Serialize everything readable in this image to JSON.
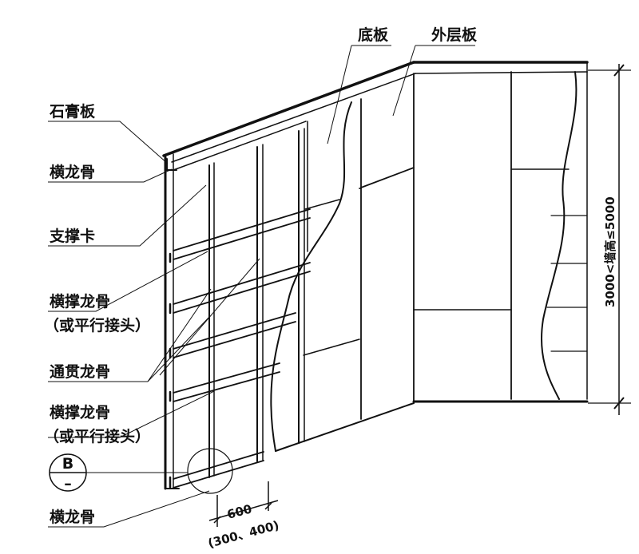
{
  "labels": {
    "gypsum_board": "石膏板",
    "horizontal_keel_top": "横龙骨",
    "support_clip": "支撑卡",
    "brace_keel_1": "横撑龙骨",
    "brace_keel_1_note": "（或平行接头）",
    "through_keel": "通贯龙骨",
    "brace_keel_2": "横撑龙骨",
    "brace_keel_2_note": "（或平行接头）",
    "horizontal_keel_bottom": "横龙骨",
    "base_board": "底板",
    "outer_board": "外层板"
  },
  "detail_callout": {
    "top": "B",
    "bottom": "–"
  },
  "dimensions": {
    "spacing": "600",
    "spacing_alt": "(300、400)",
    "wall_height": "3000<墙高≤5000"
  }
}
